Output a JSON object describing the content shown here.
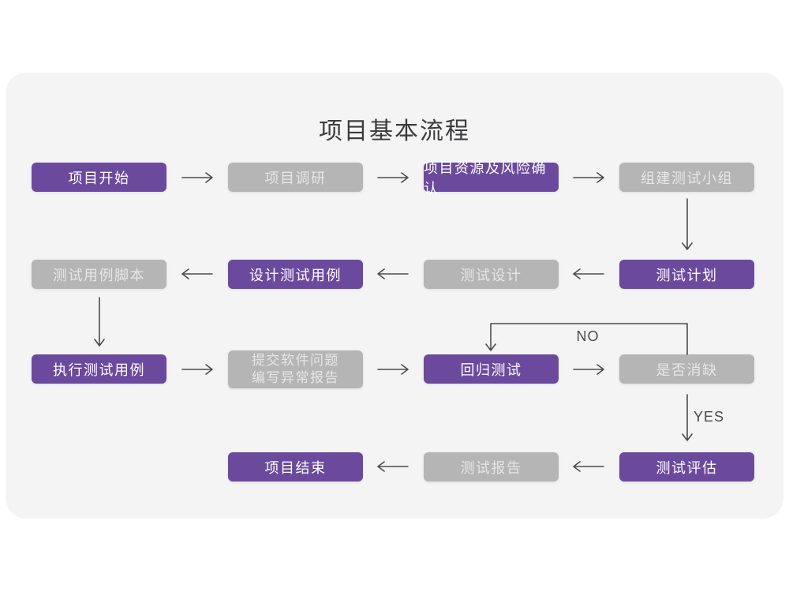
{
  "title": "项目基本流程",
  "decision_labels": {
    "no": "NO",
    "yes": "YES"
  },
  "colors": {
    "node_purple": "#6b4a9e",
    "node_gray": "#b5b5b5",
    "card_background": "#f4f4f5",
    "arrow": "#4c4c4e",
    "node_text_purple": "#ffffff",
    "node_text_gray": "#e6e6e6",
    "title_text": "#3c3c3e"
  },
  "nodes": [
    {
      "id": "project-start",
      "label": "项目开始",
      "variant": "purple"
    },
    {
      "id": "project-research",
      "label": "项目调研",
      "variant": "gray"
    },
    {
      "id": "resource-risk-confirm",
      "label": "项目资源及风险确认",
      "variant": "purple"
    },
    {
      "id": "form-test-team",
      "label": "组建测试小组",
      "variant": "gray"
    },
    {
      "id": "test-case-script",
      "label": "测试用例脚本",
      "variant": "gray"
    },
    {
      "id": "design-test-case",
      "label": "设计测试用例",
      "variant": "purple"
    },
    {
      "id": "test-design",
      "label": "测试设计",
      "variant": "gray"
    },
    {
      "id": "test-plan",
      "label": "测试计划",
      "variant": "purple"
    },
    {
      "id": "execute-test-case",
      "label": "执行测试用例",
      "variant": "purple"
    },
    {
      "id": "submit-issue-report",
      "lines": [
        "提交软件问题",
        "编写异常报告"
      ],
      "variant": "gray"
    },
    {
      "id": "regression-test",
      "label": "回归测试",
      "variant": "purple"
    },
    {
      "id": "defect-resolved",
      "label": "是否消缺",
      "variant": "gray"
    },
    {
      "id": "project-end",
      "label": "项目结束",
      "variant": "purple"
    },
    {
      "id": "test-report",
      "label": "测试报告",
      "variant": "gray"
    },
    {
      "id": "test-evaluation",
      "label": "测试评估",
      "variant": "purple"
    }
  ],
  "edges": [
    {
      "from": "project-start",
      "to": "project-research"
    },
    {
      "from": "project-research",
      "to": "resource-risk-confirm"
    },
    {
      "from": "resource-risk-confirm",
      "to": "form-test-team"
    },
    {
      "from": "form-test-team",
      "to": "test-plan"
    },
    {
      "from": "test-plan",
      "to": "test-design"
    },
    {
      "from": "test-design",
      "to": "design-test-case"
    },
    {
      "from": "design-test-case",
      "to": "test-case-script"
    },
    {
      "from": "test-case-script",
      "to": "execute-test-case"
    },
    {
      "from": "execute-test-case",
      "to": "submit-issue-report"
    },
    {
      "from": "submit-issue-report",
      "to": "regression-test"
    },
    {
      "from": "regression-test",
      "to": "defect-resolved"
    },
    {
      "from": "defect-resolved",
      "to": "regression-test",
      "label": "NO"
    },
    {
      "from": "defect-resolved",
      "to": "test-evaluation",
      "label": "YES"
    },
    {
      "from": "test-evaluation",
      "to": "test-report"
    },
    {
      "from": "test-report",
      "to": "project-end"
    }
  ]
}
